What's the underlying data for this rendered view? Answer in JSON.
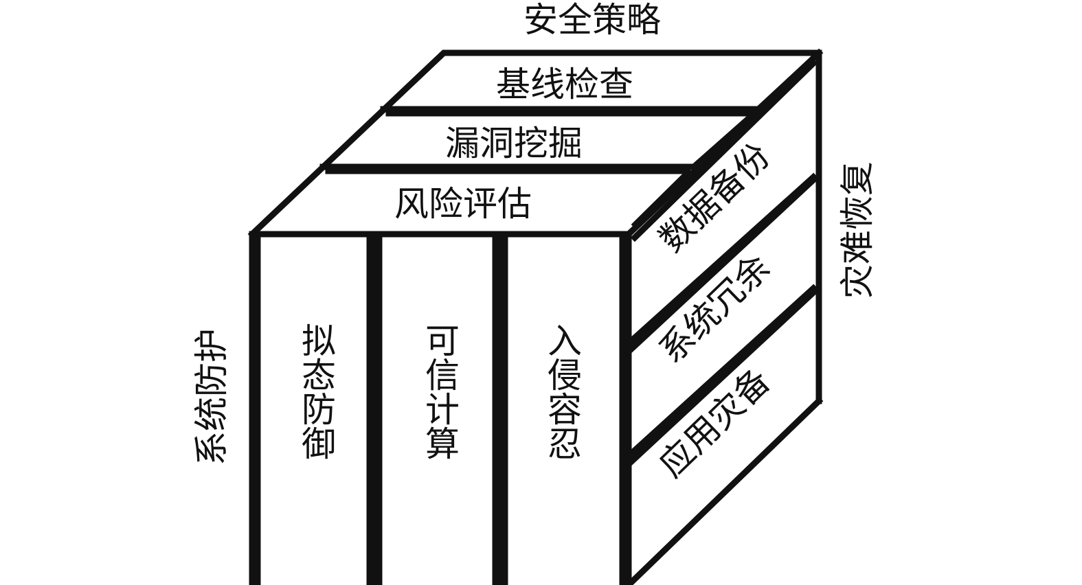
{
  "diagram": {
    "title_top": "安全策略",
    "label_left": "系统防护",
    "label_right": "灾难恢复",
    "top_layers": [
      "基线检查",
      "漏洞挖掘",
      "风险评估"
    ],
    "front_columns": [
      "拟态防御",
      "可信计算",
      "入侵容忍"
    ],
    "right_layers": [
      "数据备份",
      "系统冗余",
      "应用灾备"
    ],
    "colors": {
      "stroke": "#111111",
      "fill": "#ffffff",
      "text": "#111111"
    }
  }
}
